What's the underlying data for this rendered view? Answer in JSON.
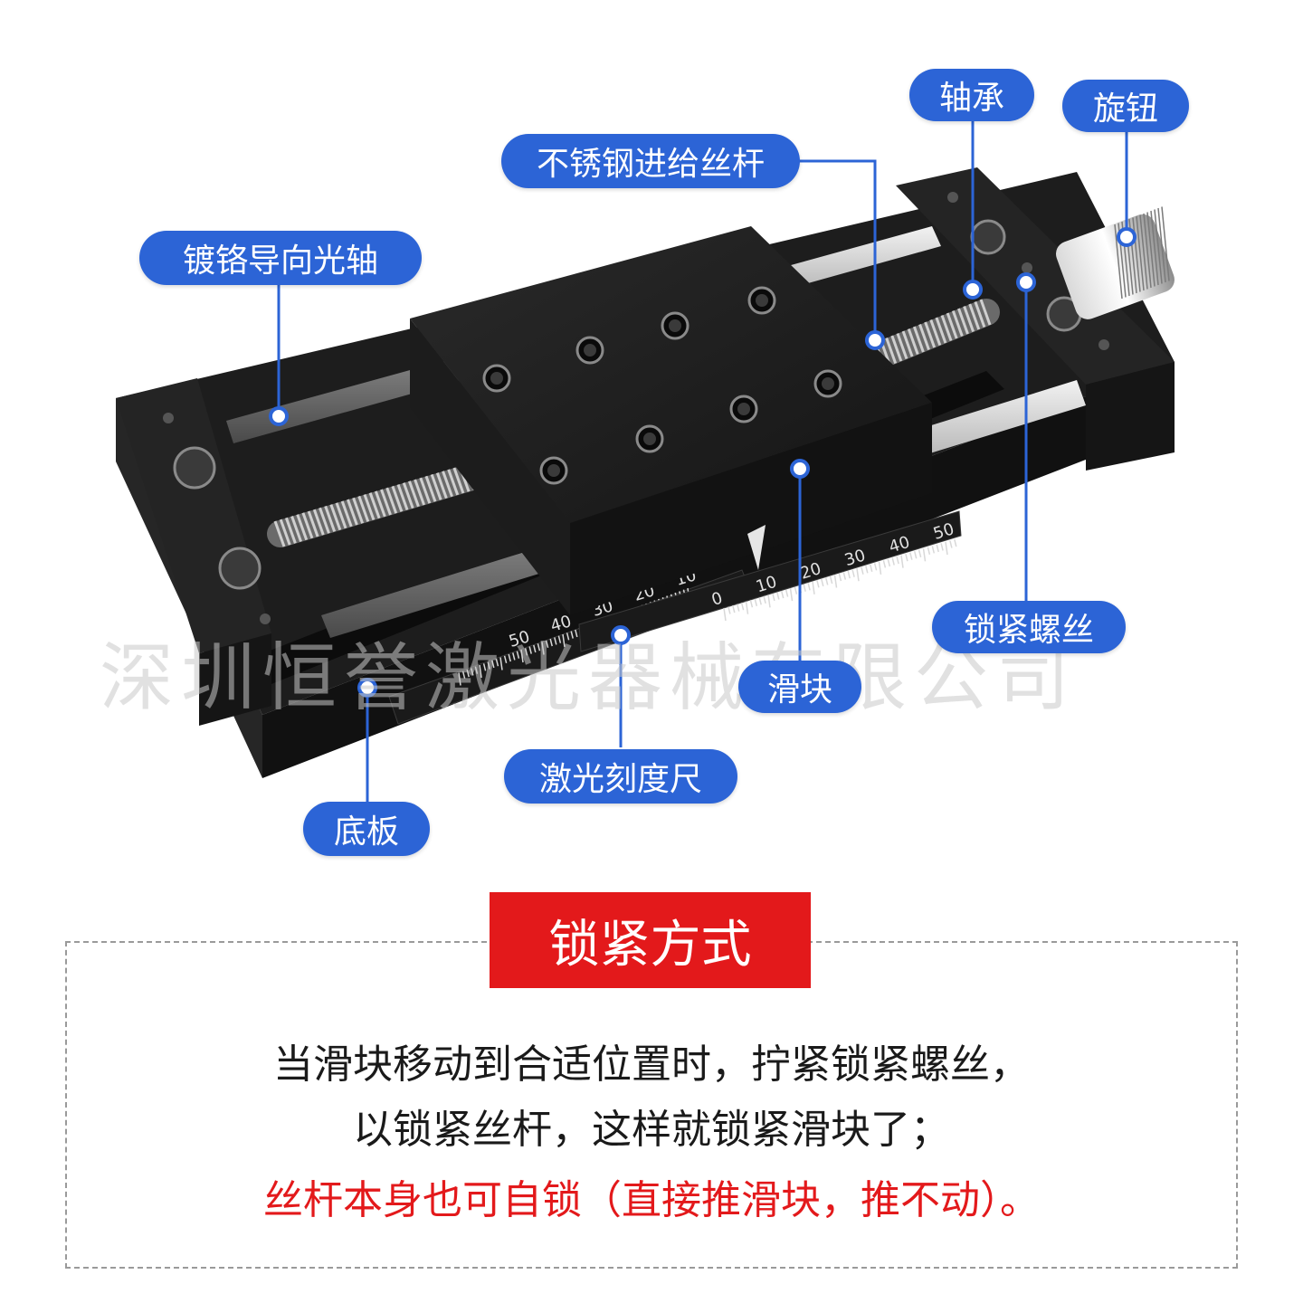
{
  "labels": {
    "bearing": "轴承",
    "knob": "旋钮",
    "lead_screw": "不锈钢进给丝杆",
    "guide_shaft": "镀铬导向光轴",
    "lock_screw": "锁紧螺丝",
    "slider": "滑块",
    "laser_scale": "激光刻度尺",
    "base_plate": "底板"
  },
  "watermark": "深圳恒誉激光器械有限公司",
  "scale_marks_slider": [
    "0",
    "10",
    "20",
    "30",
    "40",
    "50"
  ],
  "scale_marks_base": [
    "10",
    "20",
    "30",
    "40",
    "50"
  ],
  "section": {
    "title": "锁紧方式",
    "line1": "当滑块移动到合适位置时，拧紧锁紧螺丝，",
    "line2": "以锁紧丝杆，这样就锁紧滑块了；",
    "line3": "丝杆本身也可自锁（直接推滑块，推不动）。"
  },
  "colors": {
    "callout_blue": "#2c64d6",
    "title_red": "#e3191b",
    "note_red": "#e3191b"
  }
}
